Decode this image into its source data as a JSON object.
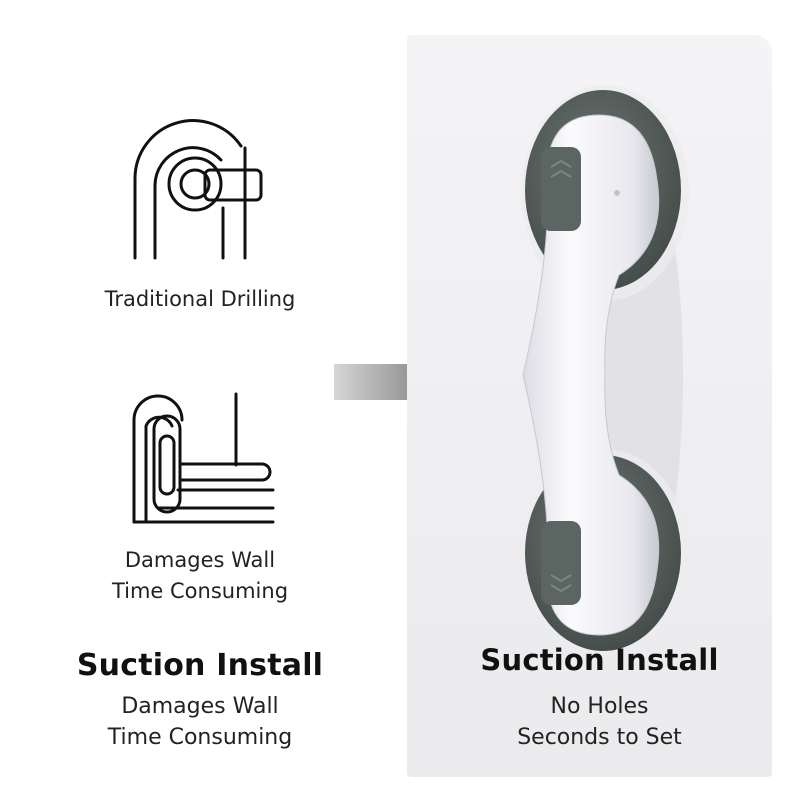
{
  "left": {
    "drill_caption": "Traditional Drilling",
    "damage_caption_1": "Damages Wall",
    "damage_caption_2": "Time Consuming",
    "heading": "Suction Install",
    "sub_1": "Damages Wall",
    "sub_2": "Time Consuming"
  },
  "right": {
    "heading": "Suction Install",
    "sub_1": "No Holes",
    "sub_2": "Seconds to Set"
  },
  "icons": {
    "drill": "drill-wall-icon",
    "damage": "damaged-wall-icon",
    "arrow": "arrow-right-icon",
    "product": "suction-grab-bar"
  },
  "colors": {
    "text": "#111111",
    "panel": "#efeff1",
    "suction_cup": "#5a6360",
    "handle": "#f4f4f8"
  }
}
